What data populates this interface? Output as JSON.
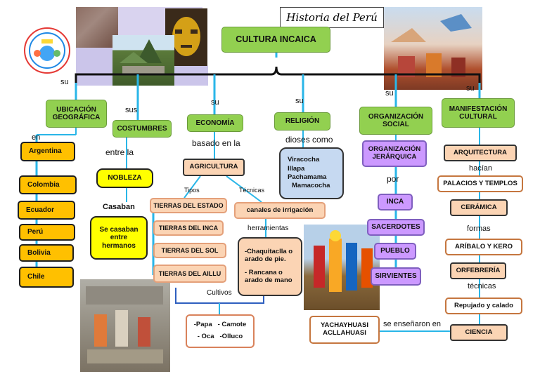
{
  "title": "Historia del Perú",
  "central": "CULTURA INCAICA",
  "connector_su": "su",
  "connector_sus": "sus",
  "categories": {
    "ubicacion": "UBICACIÓN GEOGRÁFICA",
    "costumbres": "COSTUMBRES",
    "economia": "ECONOMÍA",
    "religion": "RELIGIÓN",
    "organizacion": "ORGANIZACIÓN SOCIAL",
    "manifestacion": "MANIFESTACIÓN CULTURAL"
  },
  "ubicacion": {
    "connector": "en",
    "countries": [
      "Argentina",
      "Colombia",
      "Ecuador",
      "Perú",
      "Bolivia",
      "Chile"
    ]
  },
  "costumbres": {
    "connector": "entre la",
    "nobleza": "NOBLEZA",
    "casaban_label": "Casaban",
    "casaban_text": "Se casaban entre hermanos"
  },
  "economia": {
    "connector": "basado en la",
    "agricultura": "AGRICULTURA",
    "tipos_label": "Tipos",
    "tecnicas_label": "Técnicas",
    "tierras": [
      "TIERRAS DEL ESTADO",
      "TIERRAS DEL INCA",
      "TIERRAS DEL SOL",
      "TIERRAS DEL AILLU"
    ],
    "canales": "canales de irrigación",
    "herramientas_label": "herramientas",
    "herramientas": [
      "-Chaquitaclla o arado de pie.",
      "- Rancana o arado de mano"
    ],
    "cultivos_label": "Cultivos",
    "cultivos": [
      "-Papa",
      "- Camote",
      "- Oca",
      "-Olluco"
    ]
  },
  "religion": {
    "connector": "dioses como",
    "dioses": [
      "Viracocha",
      "Illapa",
      "Pachamama",
      "Mamacocha"
    ]
  },
  "organizacion": {
    "jerarquica": "ORGANIZACIÓN JERÁRQUICA",
    "connector": "por",
    "niveles": [
      "INCA",
      "SACERDOTES",
      "PUEBLO",
      "SIRVIENTES"
    ]
  },
  "manifestacion": {
    "arquitectura": "ARQUITECTURA",
    "hacian_label": "hacían",
    "palacios": "PALACIOS Y TEMPLOS",
    "ceramica": "CERÁMICA",
    "formas_label": "formas",
    "aribalo": "ARÍBALO Y KERO",
    "orfebreria": "ORFEBRERÍA",
    "tecnicas_label": "técnicas",
    "repujado": "Repujado y calado",
    "ciencia": "CIENCIA",
    "ensenaron_label": "se enseñaron en",
    "yachayhuasi": "YACHAYHUASI ACLLAHUASI"
  },
  "colors": {
    "green": "#92d050",
    "orange": "#ffc000",
    "peach": "#fbd4b4",
    "yellow": "#ffff00",
    "purple": "#cc99ff",
    "blue": "#c6d9f1",
    "line": "#29b6e8"
  },
  "images": [
    "school-logo",
    "machu-picchu-photo",
    "golden-mask-photo",
    "inca-painting-photo",
    "inca-festival-photo",
    "inca-workers-painting"
  ]
}
